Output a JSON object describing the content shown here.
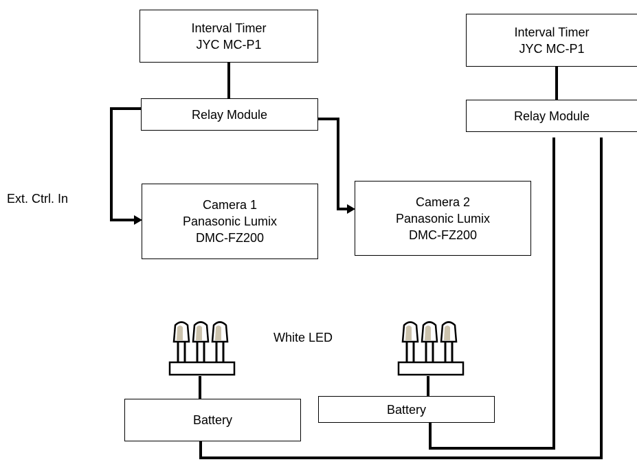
{
  "diagram": {
    "left_timer": {
      "line1": "Interval Timer",
      "line2": "JYC MC-P1"
    },
    "right_timer": {
      "line1": "Interval Timer",
      "line2": "JYC MC-P1"
    },
    "left_relay": {
      "label": "Relay Module"
    },
    "right_relay": {
      "label": "Relay Module"
    },
    "camera1": {
      "line1": "Camera 1",
      "line2": "Panasonic Lumix",
      "line3": "DMC-FZ200"
    },
    "camera2": {
      "line1": "Camera 2",
      "line2": "Panasonic Lumix",
      "line3": "DMC-FZ200"
    },
    "ext_ctrl_label": "Ext. Ctrl. In",
    "led_label": "White LED",
    "left_battery": {
      "label": "Battery"
    },
    "right_battery": {
      "label": "Battery"
    },
    "colors": {
      "line": "#000000",
      "led_fill": "#ccc3ad"
    }
  }
}
